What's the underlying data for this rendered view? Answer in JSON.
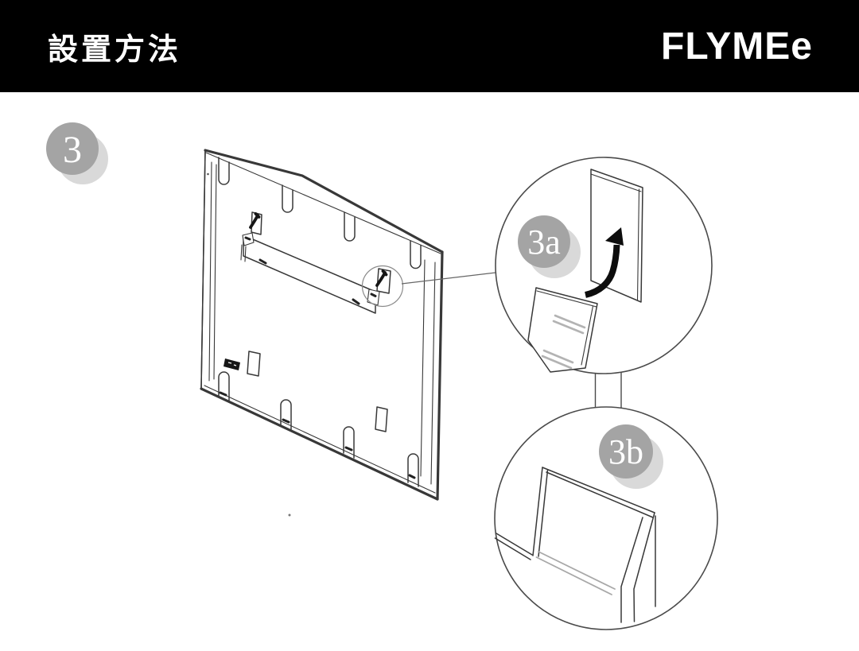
{
  "header": {
    "title": "設置方法",
    "brand": "FLYMEe"
  },
  "diagram": {
    "step_badge": "3",
    "details": [
      {
        "label": "3a"
      },
      {
        "label": "3b"
      }
    ]
  },
  "palette": {
    "header_bg": "#000000",
    "header_fg": "#ffffff",
    "badge_fill": "#a4a4a4",
    "badge_shadow": "#d9d9d9",
    "badge_text": "#ffffff",
    "line_dark": "#383838",
    "line_gray": "#9e9e9e",
    "paper": "#ffffff"
  }
}
